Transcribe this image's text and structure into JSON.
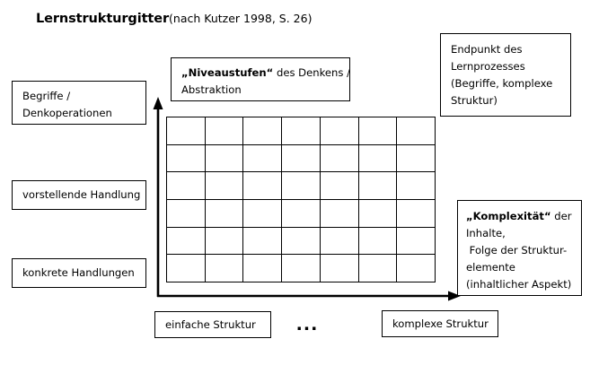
{
  "title": {
    "main": "Lernstrukturgitter",
    "source": "(nach Kutzer 1998, S. 26)"
  },
  "axes": {
    "vertical_axis_name": "niveaustufen-axis",
    "horizontal_axis_name": "komplexitaet-axis",
    "stroke_color": "#000000"
  },
  "grid": {
    "columns": 7,
    "rows": 6,
    "cell_content": "",
    "border_color": "#000000",
    "fill_color": "#ffffff"
  },
  "y_axis_labels": [
    {
      "lines": [
        "Begriffe /",
        "Denkoperationen"
      ]
    },
    {
      "lines": [
        "vorstellende Handlung"
      ]
    },
    {
      "lines": [
        "konkrete Handlungen"
      ]
    }
  ],
  "y_axis_caption": {
    "bold_part": "„Niveaustufen“",
    "rest_part": " des Denkens /",
    "line2": "Abstraktion"
  },
  "x_axis_labels": {
    "start": "einfache Struktur",
    "middle": "...",
    "end": "komplexe Struktur"
  },
  "annotations": {
    "endpoint": {
      "lines": [
        "Endpunkt des",
        "Lernprozesses",
        "(Begriffe, komplexe",
        "Struktur)"
      ]
    },
    "complexity": {
      "bold_part": "„Komplexität“",
      "rest_part": " der",
      "lines": [
        "Inhalte,",
        " Folge der Struktur-",
        "elemente",
        "(inhaltlicher Aspekt)"
      ]
    }
  }
}
